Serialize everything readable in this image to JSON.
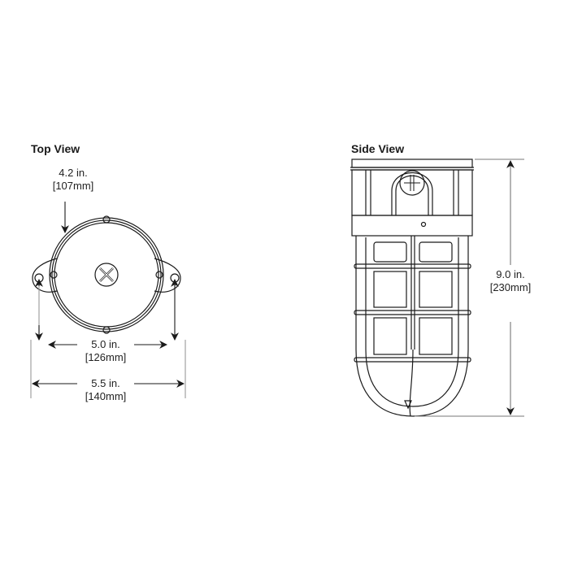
{
  "top_view": {
    "title": "Top View",
    "diameter": {
      "inches": "4.2 in.",
      "mm": "[107mm]"
    },
    "mount_spacing": {
      "inches": "5.0 in.",
      "mm": "[126mm]"
    },
    "overall_width": {
      "inches": "5.5 in.",
      "mm": "[140mm]"
    }
  },
  "side_view": {
    "title": "Side View",
    "height": {
      "inches": "9.0 in.",
      "mm": "[230mm]"
    }
  },
  "colors": {
    "line": "#1a1a1a",
    "dimension_line": "#777777",
    "background": "#ffffff"
  }
}
